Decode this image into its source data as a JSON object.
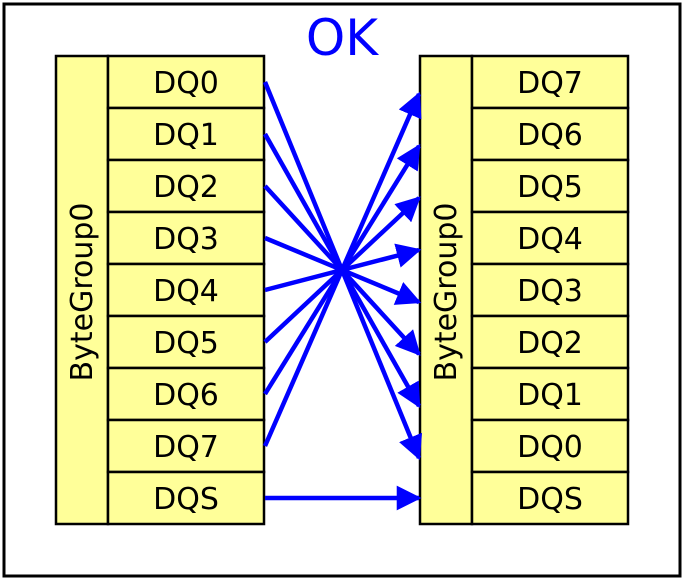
{
  "title": "OK",
  "title_color": "#0000ff",
  "wire_color": "#0000ff",
  "cell_color": "#ffff99",
  "left": {
    "group_label": "ByteGroup0",
    "signals": [
      "DQ0",
      "DQ1",
      "DQ2",
      "DQ3",
      "DQ4",
      "DQ5",
      "DQ6",
      "DQ7",
      "DQS"
    ]
  },
  "right": {
    "group_label": "ByteGroup0",
    "signals": [
      "DQ7",
      "DQ6",
      "DQ5",
      "DQ4",
      "DQ3",
      "DQ2",
      "DQ1",
      "DQ0",
      "DQS"
    ]
  },
  "connections": [
    {
      "from": "DQ0",
      "to": "DQ0"
    },
    {
      "from": "DQ1",
      "to": "DQ1"
    },
    {
      "from": "DQ2",
      "to": "DQ2"
    },
    {
      "from": "DQ3",
      "to": "DQ3"
    },
    {
      "from": "DQ4",
      "to": "DQ4"
    },
    {
      "from": "DQ5",
      "to": "DQ5"
    },
    {
      "from": "DQ6",
      "to": "DQ6"
    },
    {
      "from": "DQ7",
      "to": "DQ7"
    },
    {
      "from": "DQS",
      "to": "DQS"
    }
  ]
}
